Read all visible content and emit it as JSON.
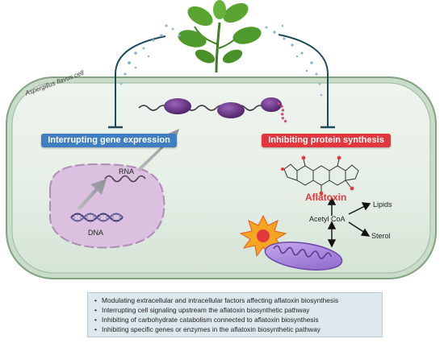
{
  "cell_label": "Aspergillus flavus cell",
  "left_action": "Interrupting gene expression",
  "right_action": "Inhibiting protein synthesis",
  "rna_label": "RNA",
  "dna_label": "DNA",
  "aflatoxin_label": "Aflatoxin",
  "acetyl_label": "Acetyl CoA",
  "lipids_label": "Lipids",
  "sterol_label": "Sterol",
  "bullets": [
    "Modulating extracellular and intracellular factors affecting aflatoxin biosynthesis",
    "Interrupting cell signaling upstream the aflatoxin biosynthetic pathway",
    "Inhibiting of carbohydrate catabolism connected to aflatoxin biosynthesis",
    "Inhibiting specific genes or enzymes in the aflatoxin biosynthetic pathway"
  ],
  "colors": {
    "blue_pill": "#3f7fc1",
    "red_pill": "#e2373f",
    "aflatoxin": "#e2373f",
    "nucleus": "#d8b8dc",
    "ribosome": "#5a2a7a",
    "leaf": "#4f9a2c"
  }
}
